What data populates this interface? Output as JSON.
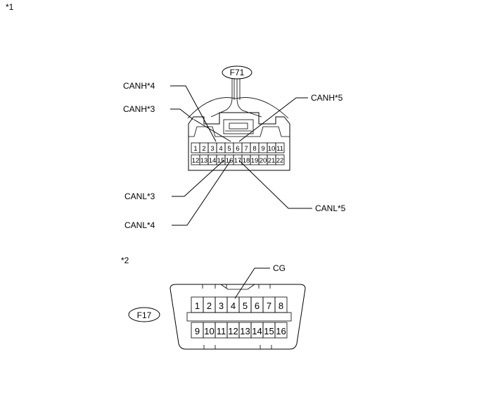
{
  "figure_marks": {
    "first": "*1",
    "second": "*2"
  },
  "connector_f71": {
    "id": "F71",
    "pins_row1": [
      "1",
      "2",
      "3",
      "4",
      "5",
      "6",
      "7",
      "8",
      "9",
      "10",
      "11"
    ],
    "pins_row2": [
      "12",
      "13",
      "14",
      "15",
      "16",
      "17",
      "18",
      "19",
      "20",
      "21",
      "22"
    ],
    "callouts": {
      "canh4": "CANH*4",
      "canh3": "CANH*3",
      "canh5": "CANH*5",
      "canl3": "CANL*3",
      "canl4": "CANL*4",
      "canl5": "CANL*5"
    }
  },
  "connector_f17": {
    "id": "F17",
    "pins_row1": [
      "1",
      "2",
      "3",
      "4",
      "5",
      "6",
      "7",
      "8"
    ],
    "pins_row2": [
      "9",
      "10",
      "11",
      "12",
      "13",
      "14",
      "15",
      "16"
    ],
    "callouts": {
      "cg": "CG"
    }
  }
}
